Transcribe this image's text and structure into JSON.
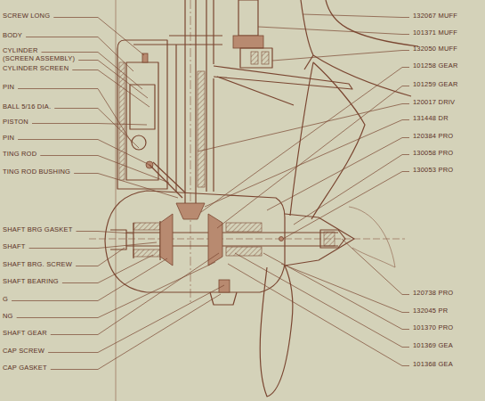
{
  "diagram": {
    "labels": [
      "SCREW LONG",
      "BODY",
      "CYLINDER",
      "(SCREEN ASSEMBLY)",
      "CYLINDER SCREEN",
      "PIN",
      "BALL 5/16 DIA.",
      "PISTON",
      "PIN",
      "TING ROD",
      "TING ROD BUSHING",
      "SHAFT BRG GASKET",
      "SHAFT",
      "SHAFT BRG. SCREW",
      "SHAFT BEARING",
      "G",
      "NG",
      "SHAFT GEAR",
      "CAP SCREW",
      "CAP GASKET",
      "132067 MUFF",
      "101371 MUFF",
      "132050 MUFF",
      "101258 GEAR",
      "101259 GEAR",
      "120017 DRIV",
      "131448 DR",
      "120384 PRO",
      "130058 PRO",
      "130053 PRO",
      "120738 PRO",
      "132045 PR",
      "101370 PRO",
      "101369 GEA",
      "101368 GEA"
    ]
  }
}
